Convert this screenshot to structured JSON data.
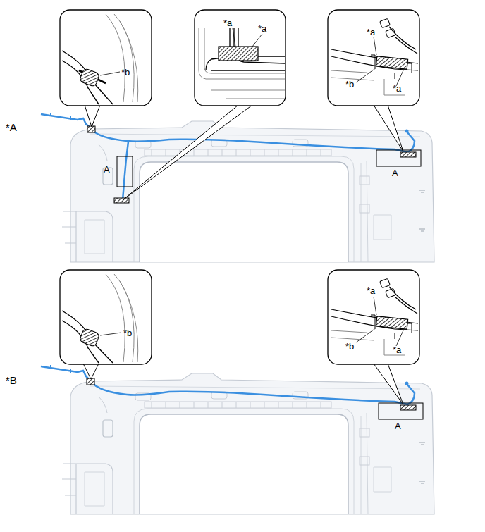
{
  "diagram": {
    "labels": [
      "*b",
      "*a",
      "*a",
      "*a",
      "*b",
      "*a",
      "*A",
      "A",
      "A",
      "*b",
      "*a",
      "*b",
      "*a",
      "*B",
      "A"
    ]
  }
}
